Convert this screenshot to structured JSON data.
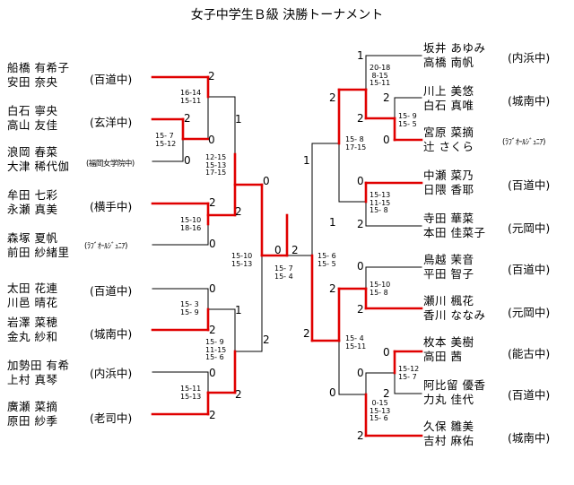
{
  "title": "女子中学生Ｂ級 決勝トーナメント",
  "colors": {
    "win": "#e00000",
    "lose": "#000000"
  },
  "left_pairs": [
    {
      "players": [
        "船橋 有希子",
        "安田 奈央"
      ],
      "team": "(百道中)"
    },
    {
      "players": [
        "白石 寧央",
        "高山 友佳"
      ],
      "team": "(玄洋中)"
    },
    {
      "players": [
        "浪岡 春菜",
        "大津 稀代伽"
      ],
      "team": "(福岡女学院中)"
    },
    {
      "players": [
        "牟田 七彩",
        "永瀬 真美"
      ],
      "team": "(横手中)"
    },
    {
      "players": [
        "森塚 夏帆",
        "前田 紗緒里"
      ],
      "team": "(ﾗﾌﾞｵｰﾙｼﾞｭﾆｱ)"
    },
    {
      "players": [
        "太田 花連",
        "川邑 晴花"
      ],
      "team": "(百道中)"
    },
    {
      "players": [
        "岩澤 菜穂",
        "金丸 紗和"
      ],
      "team": "(城南中)"
    },
    {
      "players": [
        "加勢田 有希",
        "上村 真琴"
      ],
      "team": "(内浜中)"
    },
    {
      "players": [
        "廣瀬 菜摘",
        "原田 紗季"
      ],
      "team": "(老司中)"
    }
  ],
  "right_pairs": [
    {
      "players": [
        "坂井 あゆみ",
        "高橋 南帆"
      ],
      "team": "(内浜中)"
    },
    {
      "players": [
        "川上 美悠",
        "白石 真唯"
      ],
      "team": "(城南中)"
    },
    {
      "players": [
        "宮原 菜摘",
        "辻 さくら"
      ],
      "team": "(ﾗﾌﾞｵｰﾙｼﾞｭﾆｱ)"
    },
    {
      "players": [
        "中瀬 菜乃",
        "日隈 香耶"
      ],
      "team": "(百道中)"
    },
    {
      "players": [
        "寺田 華菜",
        "本田 佳菜子"
      ],
      "team": "(元岡中)"
    },
    {
      "players": [
        "鳥越 茉音",
        "平田 智子"
      ],
      "team": "(百道中)"
    },
    {
      "players": [
        "瀬川 楓花",
        "香川 ななみ"
      ],
      "team": "(元岡中)"
    },
    {
      "players": [
        "枚本 美樹",
        "高田 茜"
      ],
      "team": "(能古中)"
    },
    {
      "players": [
        "阿比留 優香",
        "力丸 佳代"
      ],
      "team": "(百道中)"
    },
    {
      "players": [
        "久保 雛美",
        "吉村 麻佑"
      ],
      "team": "(城南中)"
    }
  ],
  "match_scores": [
    {
      "top": "2",
      "bottom": "0"
    },
    {
      "top": "2",
      "bottom": "0"
    },
    {
      "top": "1",
      "bottom": "2"
    },
    {
      "top": "2",
      "bottom": "0"
    },
    {
      "top": "0",
      "bottom": "2"
    },
    {
      "top": "1",
      "bottom": "2"
    },
    {
      "top": "0",
      "bottom": "2"
    },
    {
      "top": "0",
      "bottom": "2"
    },
    {
      "top": "0",
      "bottom": "2"
    },
    {
      "top": "1",
      "bottom": "2"
    },
    {
      "top": "2",
      "bottom": "0"
    },
    {
      "top": "2",
      "bottom": "1"
    },
    {
      "top": "0",
      "bottom": "2"
    },
    {
      "top": "1",
      "bottom": "2"
    },
    {
      "top": "0",
      "bottom": "2"
    },
    {
      "top": "2",
      "bottom": "0"
    },
    {
      "top": "0",
      "bottom": "2"
    },
    {
      "top": "0",
      "bottom": "2"
    }
  ],
  "game_scores": [
    "16-14\n15-11",
    "15- 7\n15-12",
    "12-15\n15-13\n17-15",
    "15-10\n18-16",
    "15-10\n15-13",
    "15- 3\n15- 9",
    "15- 9\n11-15\n15- 6",
    "15-11\n15-13",
    "15- 7\n15- 4",
    "20-18\n 8-15\n15-11",
    "15- 9\n15- 5",
    "15- 8\n17-15",
    "15-13\n11-15\n15- 8",
    "15- 6\n15- 5",
    "15-10\n15- 8",
    "15- 4\n15-11",
    "15-12\n15- 7",
    " 0-15\n15-13\n15- 6"
  ]
}
